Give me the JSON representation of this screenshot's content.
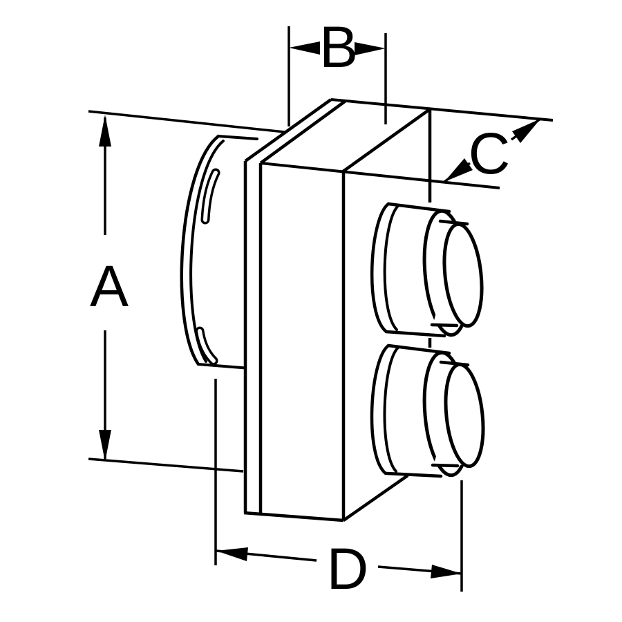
{
  "diagram": {
    "description": "Isometric technical line drawing of a vent adapter: square mounting plate with round collar flange and two cylindrical ports, annotated with dimensions",
    "colors": {
      "line": "#000000",
      "background": "#ffffff"
    },
    "labels": {
      "a": "A",
      "b": "B",
      "c": "C",
      "d": "D"
    }
  }
}
